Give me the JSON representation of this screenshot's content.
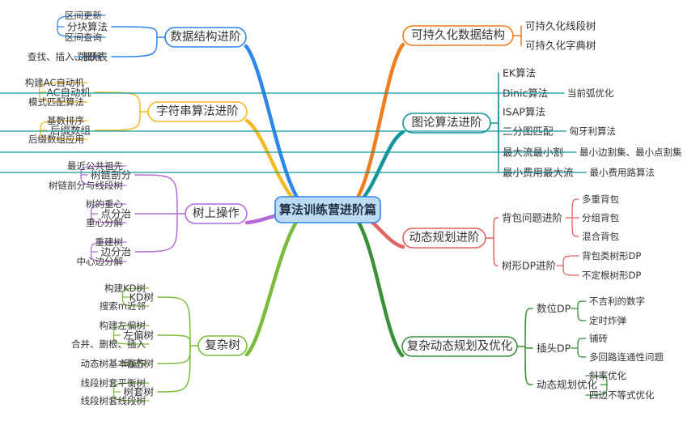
{
  "root": {
    "label": "算法训练营进阶篇"
  },
  "colors": {
    "blue": "#2e86e8",
    "yellow": "#f2bb26",
    "purple": "#b36ad6",
    "green_left": "#7dbb3c",
    "orange": "#f07d1e",
    "teal": "#13969b",
    "red": "#e06460",
    "green_right": "#3a8f3a",
    "root_fill": "#bcdcf6",
    "root_border": "#2e86e8"
  },
  "branches": [
    {
      "id": "data-structure-advanced",
      "label": "数据结构进阶",
      "color": "blue",
      "side": "left",
      "children": [
        {
          "label": "分块算法",
          "children": [
            "区间更新",
            "区间查询"
          ]
        },
        {
          "label": "跳跃表",
          "children": [
            "查找、插入、删除"
          ]
        }
      ]
    },
    {
      "id": "string-algorithms-advanced",
      "label": "字符串算法进阶",
      "color": "yellow",
      "side": "left",
      "children": [
        {
          "label": "AC自动机",
          "children": [
            "构建AC自动机",
            "模式匹配算法"
          ]
        },
        {
          "label": "后缀数组",
          "children": [
            "基数排序",
            "后缀数组应用"
          ]
        }
      ]
    },
    {
      "id": "tree-operations",
      "label": "树上操作",
      "color": "purple",
      "side": "left",
      "children": [
        {
          "label": "树链剖分",
          "children": [
            "最近公共祖先",
            "树链剖分与线段树"
          ]
        },
        {
          "label": "点分治",
          "children": [
            "树的重心",
            "重心分解"
          ]
        },
        {
          "label": "边分治",
          "children": [
            "重建树",
            "中心边分解"
          ]
        }
      ]
    },
    {
      "id": "complex-trees",
      "label": "复杂树",
      "color": "green_left",
      "side": "left",
      "children": [
        {
          "label": "KD树",
          "children": [
            "构建KD树",
            "搜索m近邻"
          ]
        },
        {
          "label": "左偏树",
          "children": [
            "构建左偏树",
            "合并、删根、插入"
          ]
        },
        {
          "label": "动态树",
          "children": [
            "动态树基本操作"
          ]
        },
        {
          "label": "树套树",
          "children": [
            "线段树套平衡树",
            "线段树套线段树"
          ]
        }
      ]
    },
    {
      "id": "persistent-data-structures",
      "label": "可持久化数据结构",
      "color": "orange",
      "side": "right",
      "children": [
        {
          "label": "可持久化线段树",
          "children": []
        },
        {
          "label": "可持久化字典树",
          "children": []
        }
      ]
    },
    {
      "id": "graph-algorithms-advanced",
      "label": "图论算法进阶",
      "color": "teal",
      "side": "right",
      "children": [
        {
          "label": "EK算法",
          "children": []
        },
        {
          "label": "Dinic算法",
          "children": [
            "当前弧优化"
          ]
        },
        {
          "label": "ISAP算法",
          "children": []
        },
        {
          "label": "二分图匹配",
          "children": [
            "匈牙利算法"
          ]
        },
        {
          "label": "最大流最小割",
          "children": [
            "最小边割集、最小点割集"
          ]
        },
        {
          "label": "最小费用最大流",
          "children": [
            "最小费用路算法"
          ]
        }
      ]
    },
    {
      "id": "dynamic-programming-advanced",
      "label": "动态规划进阶",
      "color": "red",
      "side": "right",
      "children": [
        {
          "label": "背包问题进阶",
          "children": [
            "多重背包",
            "分组背包",
            "混合背包"
          ]
        },
        {
          "label": "树形DP进阶",
          "children": [
            "背包类树形DP",
            "不定根树形DP"
          ]
        }
      ]
    },
    {
      "id": "complex-dp-optimization",
      "label": "复杂动态规划及优化",
      "color": "green_right",
      "side": "right",
      "children": [
        {
          "label": "数位DP",
          "children": [
            "不吉利的数字",
            "定时炸弹"
          ]
        },
        {
          "label": "插头DP",
          "children": [
            "铺砖",
            "多回路连通性问题"
          ]
        },
        {
          "label": "动态规划优化",
          "children": [
            "斜率优化",
            "四边不等式优化"
          ]
        }
      ]
    }
  ]
}
